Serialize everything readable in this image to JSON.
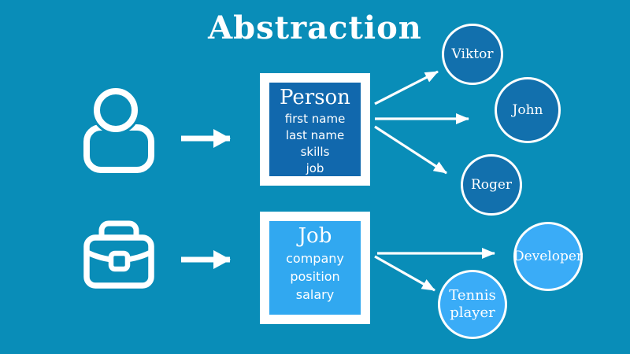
{
  "title": "Abstraction",
  "colors": {
    "background": "#098db8",
    "dark_box": "#1168ad",
    "dark_circle": "#1270ad",
    "light_box": "#31a8f0",
    "light_circle": "#3aacf7",
    "foreground": "#ffffff"
  },
  "person_class": {
    "title": "Person",
    "fields": [
      "first name",
      "last name",
      "skills",
      "job"
    ]
  },
  "job_class": {
    "title": "Job",
    "fields": [
      "company",
      "position",
      "salary"
    ]
  },
  "person_instances": [
    {
      "label": "Viktor"
    },
    {
      "label": "John"
    },
    {
      "label": "Roger"
    }
  ],
  "job_instances": [
    {
      "label": "Developer"
    },
    {
      "label": "Tennis player"
    }
  ],
  "icons": [
    {
      "name": "person-icon",
      "meaning": "person"
    },
    {
      "name": "briefcase-icon",
      "meaning": "job"
    }
  ]
}
